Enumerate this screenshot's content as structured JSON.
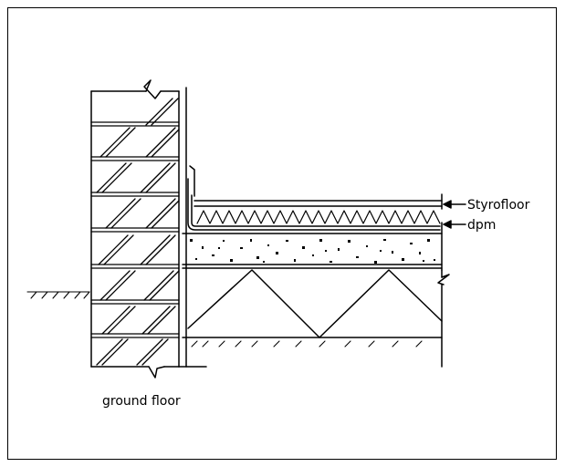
{
  "labels": {
    "styrofloor": "Styrofloor",
    "dpm": "dpm",
    "ground_floor": "ground floor"
  }
}
